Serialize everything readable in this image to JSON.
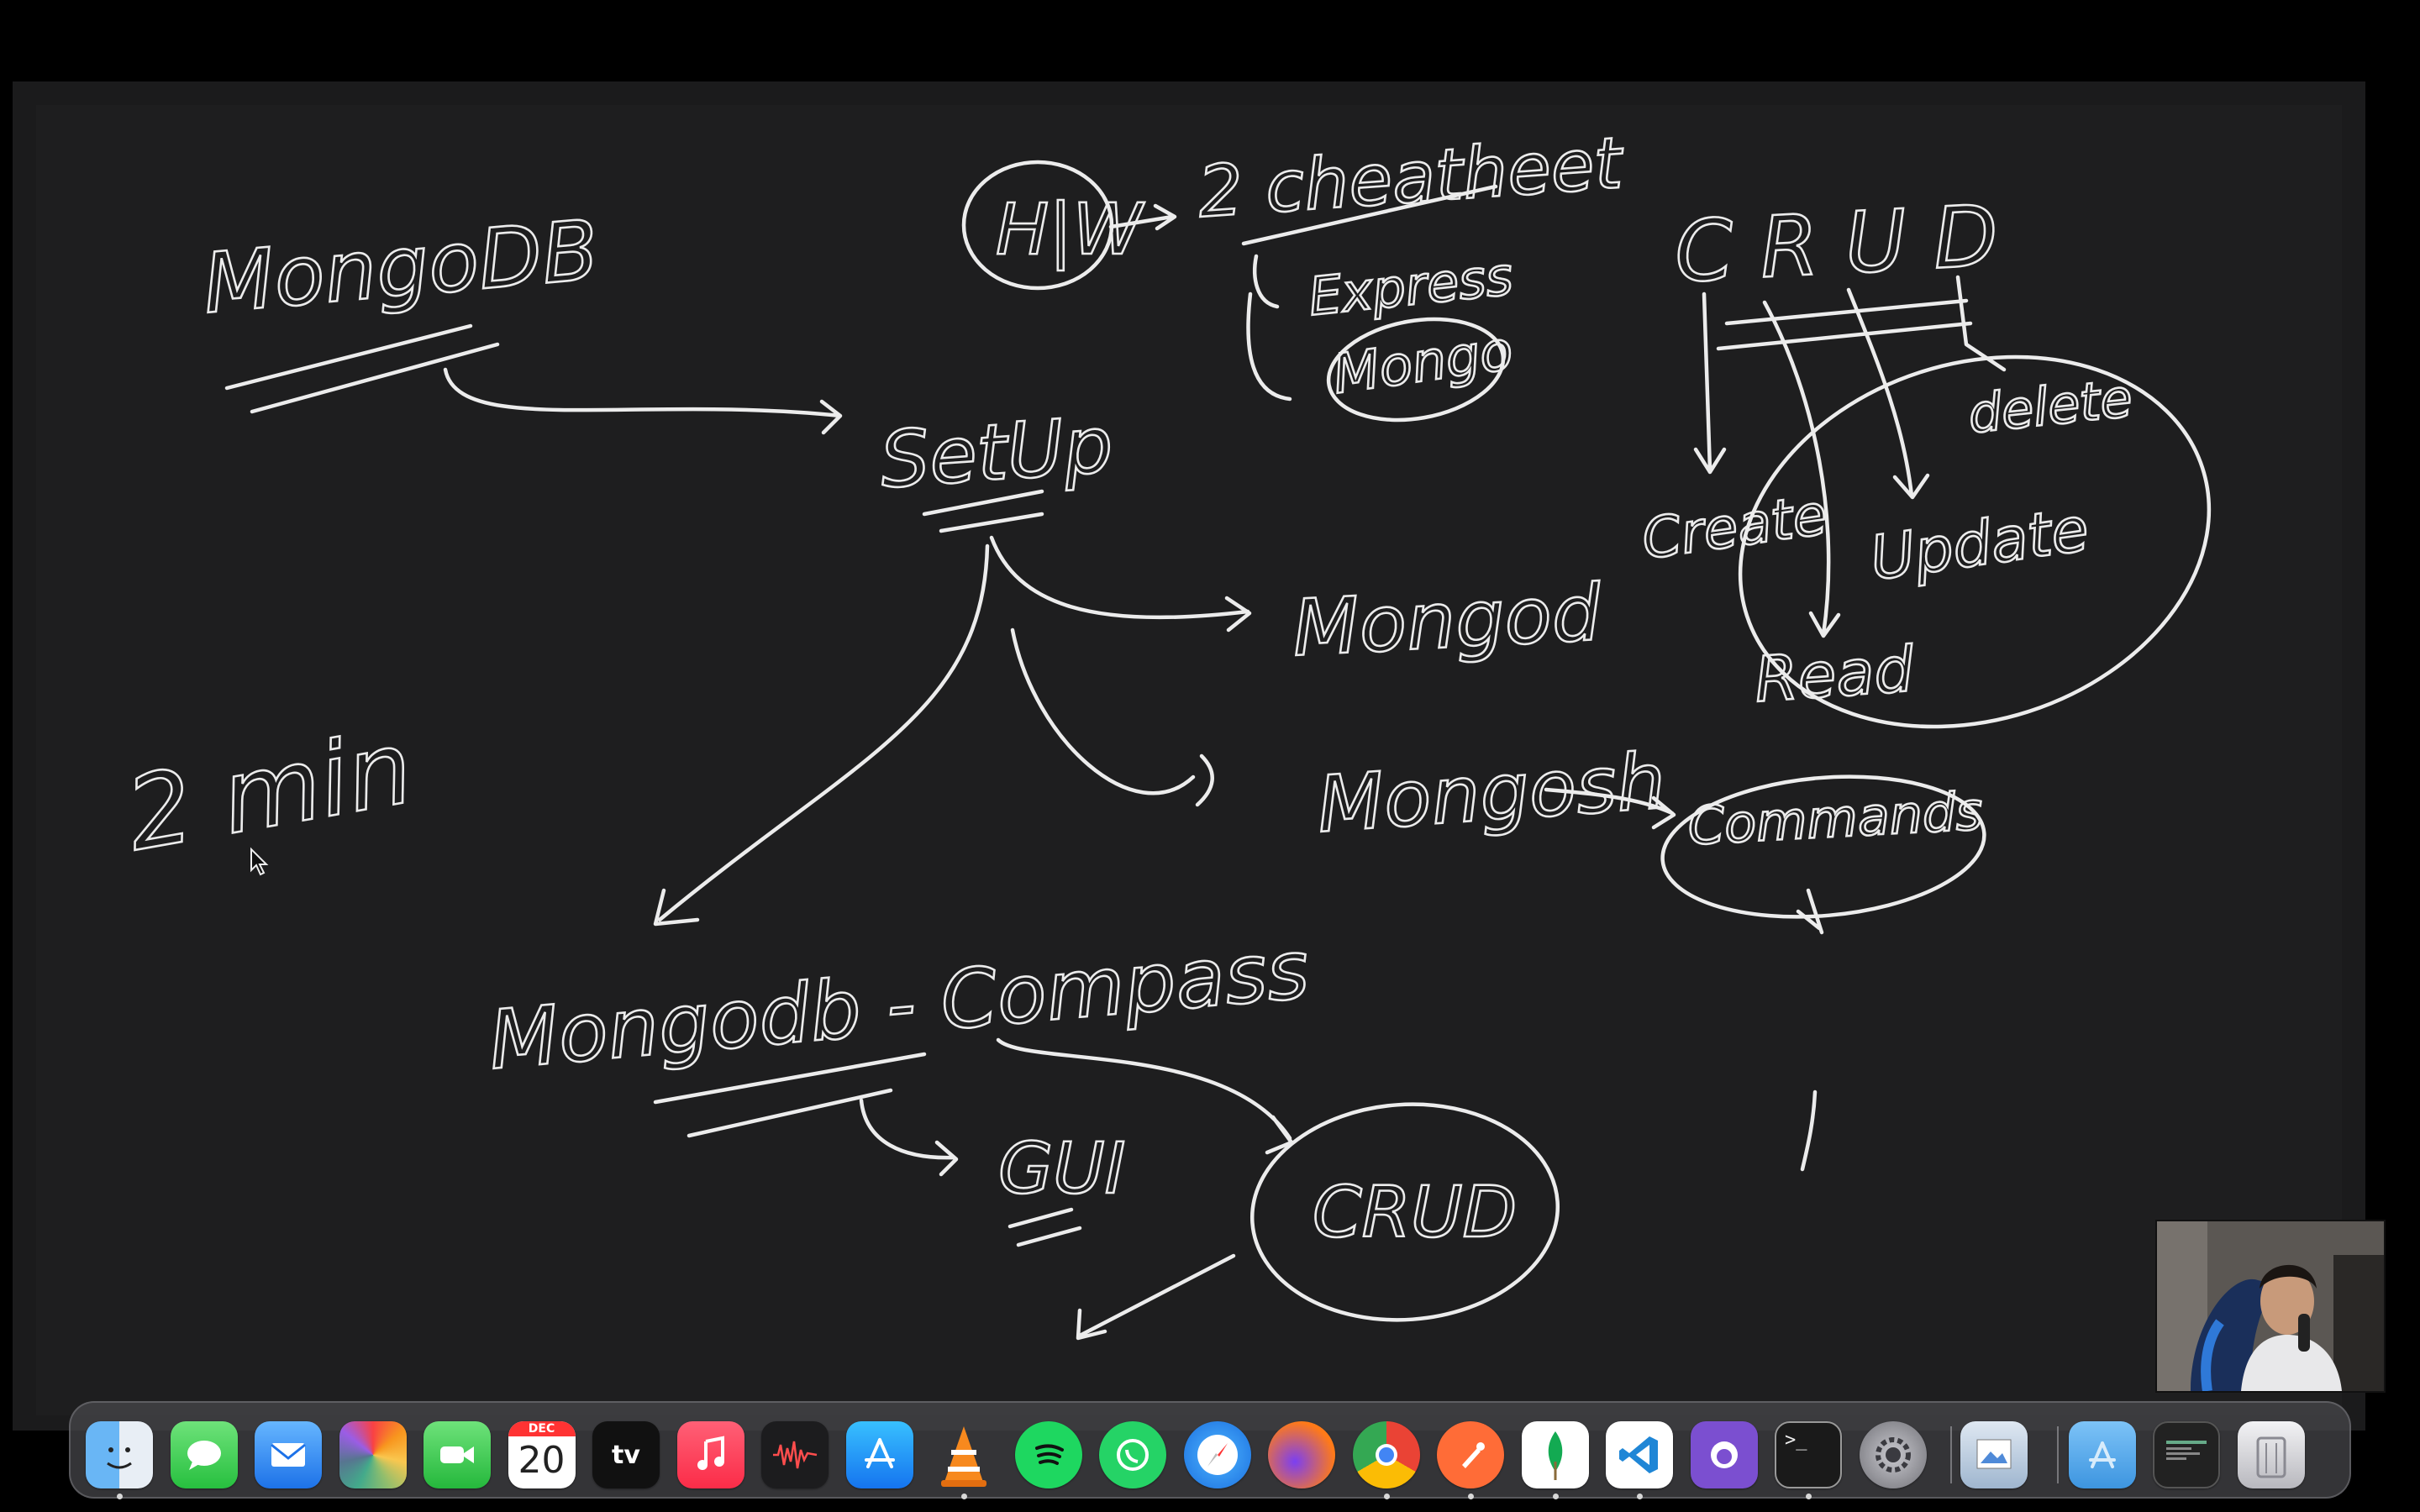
{
  "whiteboard": {
    "notes": {
      "mongodb": "MongoDB",
      "setup": "SetUp",
      "hw": "H|W",
      "cheatsheet": "2 cheatheet",
      "express": "Express",
      "mongo_circled": "Mongo",
      "crud_top": "C R U D",
      "delete": "delete",
      "create": "Create",
      "update": "Update",
      "read": "Read",
      "mongod": "Mongod",
      "mongosh": "Mongosh",
      "commands": "Commands",
      "two_min": "2 min",
      "compass": "Mongodb - Compass",
      "gui": "GUI",
      "crud_circle": "CRUD"
    }
  },
  "dock": {
    "apps": [
      {
        "name": "Finder",
        "icon": "finder-icon",
        "running": true
      },
      {
        "name": "Messages",
        "icon": "messages-icon",
        "running": false
      },
      {
        "name": "Mail",
        "icon": "mail-icon",
        "running": false
      },
      {
        "name": "Photos",
        "icon": "photos-icon",
        "running": false
      },
      {
        "name": "FaceTime",
        "icon": "facetime-icon",
        "running": false
      },
      {
        "name": "Calendar",
        "icon": "calendar-icon",
        "running": false
      },
      {
        "name": "TV",
        "icon": "appletv-icon",
        "running": false
      },
      {
        "name": "Music",
        "icon": "music-icon",
        "running": false
      },
      {
        "name": "Voice Memos",
        "icon": "voice-memos-icon",
        "running": false
      },
      {
        "name": "App Store",
        "icon": "app-store-icon",
        "running": false
      },
      {
        "name": "VLC",
        "icon": "vlc-icon",
        "running": true
      },
      {
        "name": "Spotify",
        "icon": "spotify-icon",
        "running": false
      },
      {
        "name": "WhatsApp",
        "icon": "whatsapp-icon",
        "running": false
      },
      {
        "name": "Safari",
        "icon": "safari-icon",
        "running": false
      },
      {
        "name": "Firefox",
        "icon": "firefox-icon",
        "running": false
      },
      {
        "name": "Chrome",
        "icon": "chrome-icon",
        "running": true
      },
      {
        "name": "Postman",
        "icon": "postman-icon",
        "running": true
      },
      {
        "name": "MongoDB Compass",
        "icon": "mongodb-compass-icon",
        "running": true
      },
      {
        "name": "VS Code",
        "icon": "vscode-icon",
        "running": true
      },
      {
        "name": "GitHub Desktop",
        "icon": "github-desktop-icon",
        "running": false
      },
      {
        "name": "Terminal",
        "icon": "terminal-icon",
        "running": true
      },
      {
        "name": "System Settings",
        "icon": "settings-gear-icon",
        "running": false
      },
      {
        "name": "Preview",
        "icon": "preview-icon",
        "running": false
      },
      {
        "name": "Applications",
        "icon": "applications-folder-icon",
        "running": false
      },
      {
        "name": "Recent Window",
        "icon": "window-thumbnail-icon",
        "running": false
      },
      {
        "name": "Trash",
        "icon": "trash-icon",
        "running": false
      }
    ],
    "calendar": {
      "month": "DEC",
      "day": "20"
    },
    "tv_label": "tv",
    "terminal_prompt": ">_"
  },
  "colors": {
    "board": "#1e1e1f",
    "ink": "#ececec",
    "dock_bg": "#48484c"
  }
}
